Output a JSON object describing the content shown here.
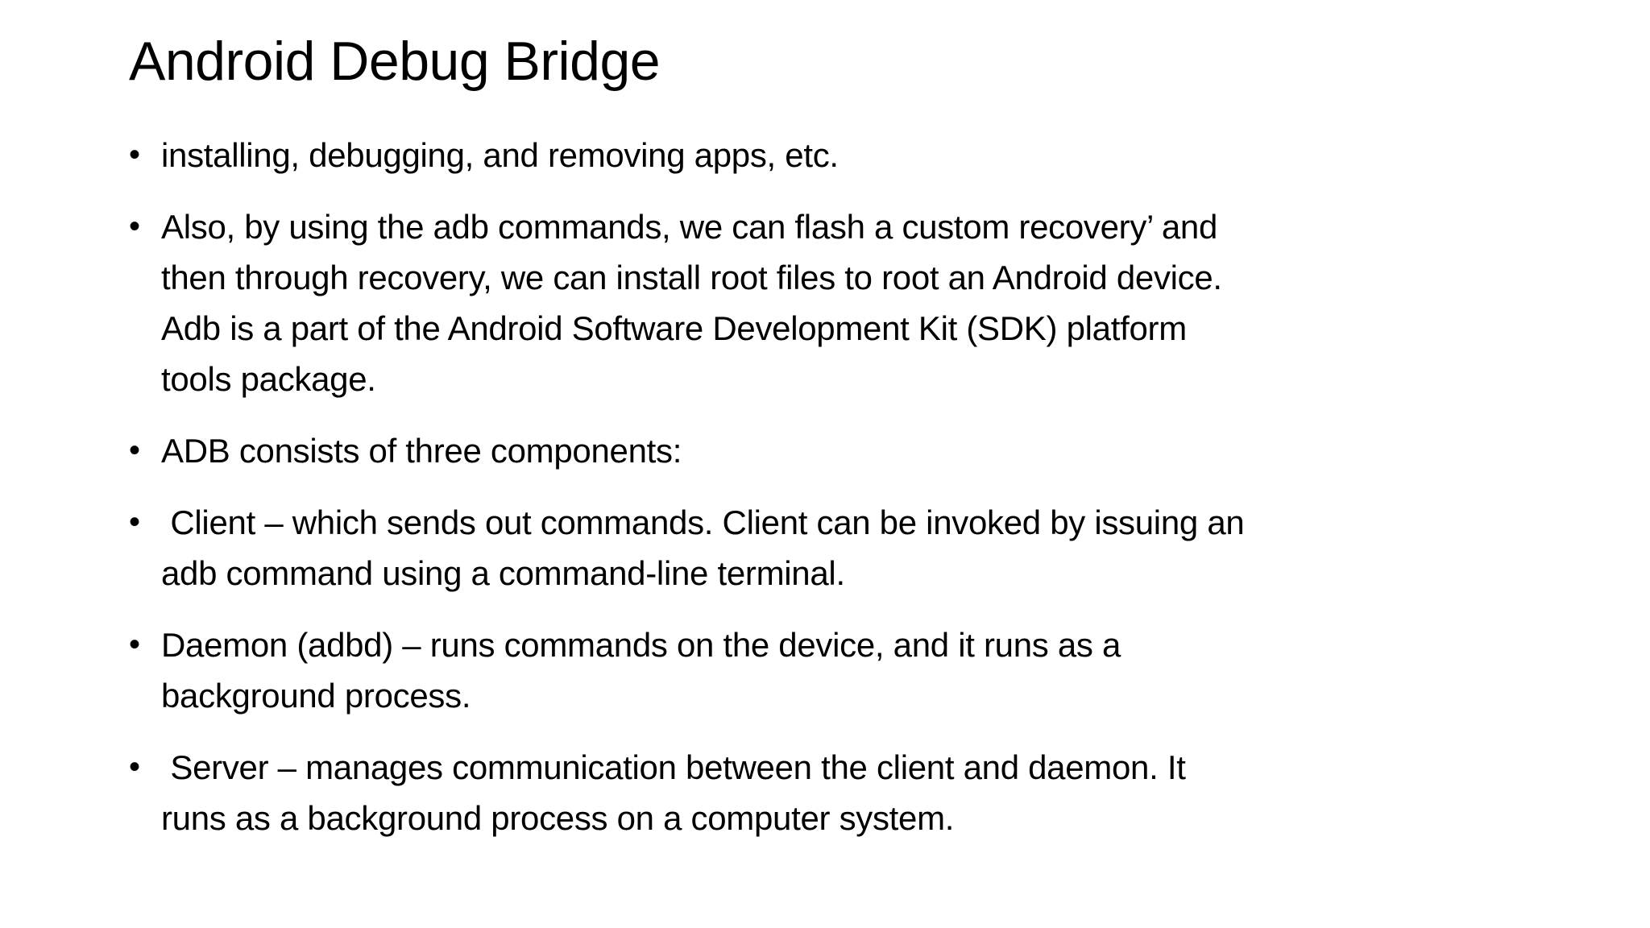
{
  "slide": {
    "title": "Android Debug Bridge",
    "bullet_char": "•",
    "bullets": [
      "installing, debugging, and removing apps, etc.",
      "Also, by using the adb commands, we can flash a custom recovery’ and\nthen through recovery, we can install root files to root an Android device.\nAdb is a part of the Android Software Development Kit (SDK) platform\ntools package.",
      "ADB consists of three components:",
      " Client – which sends out commands. Client can be invoked by issuing an\nadb command using a command-line terminal.",
      "Daemon (adbd) – runs commands on the device, and it runs as a\nbackground process.",
      " Server – manages communication between the client and daemon. It\nruns as a background process on a computer system."
    ],
    "colors": {
      "background": "#ffffff",
      "text": "#000000"
    }
  }
}
